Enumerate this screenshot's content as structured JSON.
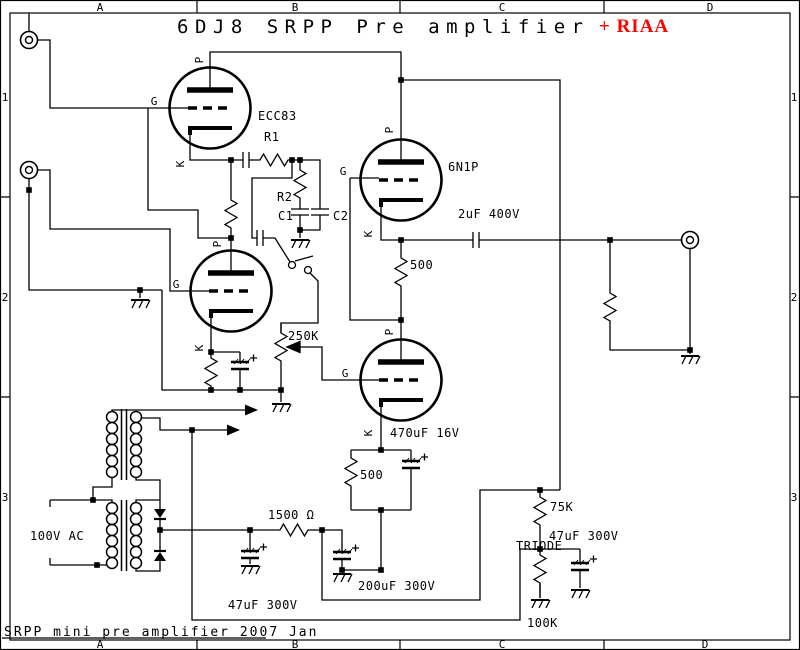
{
  "title": {
    "main": "6DJ8 SRPP Pre amplifier",
    "badge": "+ RIAA"
  },
  "footer": {
    "note": "SRPP mini pre amplifier 2007 Jan"
  },
  "grid": {
    "cols": [
      "A",
      "B",
      "C",
      "D"
    ],
    "rows": [
      "1",
      "2",
      "3"
    ]
  },
  "electrodes": {
    "plate": "P",
    "grid": "G",
    "cathode": "K"
  },
  "labels": {
    "tube1": "ECC83",
    "tube2": "6N1P",
    "r1": "R1",
    "r2": "R2",
    "c1": "C1",
    "c2": "C2",
    "coupling_cap": "2uF 400V",
    "srpp_res": "500",
    "volume_pot": "250K",
    "cathode_cap": "470uF 16V",
    "cathode_res": "500",
    "filter_res": "1500 Ω",
    "filter_cap_input": "47uF 300V",
    "filter_cap_output": "200uF 300V",
    "bias_res_upper": "75K",
    "bias_cap": "47uF 300V",
    "bias_note": "TRIODE",
    "bias_res_lower": "100K",
    "ac_input": "100V AC"
  }
}
